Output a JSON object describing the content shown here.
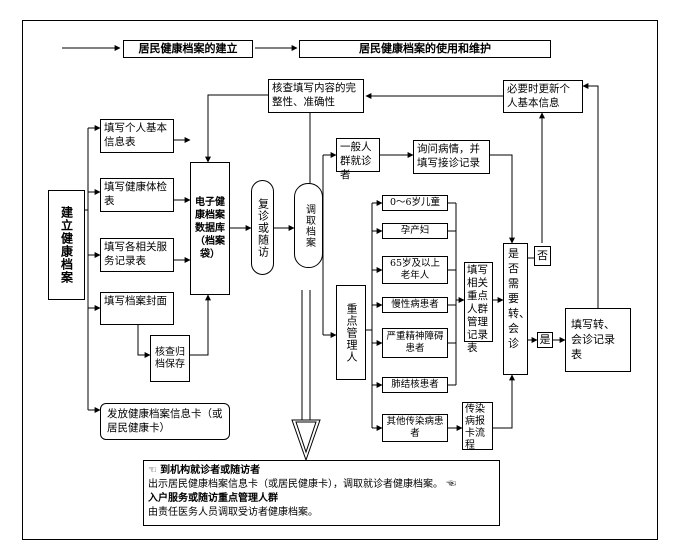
{
  "header": {
    "establish_title": "居民健康档案的建立",
    "use_title": "居民健康档案的使用和维护"
  },
  "establish": {
    "label": "建立健康档案",
    "steps": [
      "填写个人基本信息表",
      "填写健康体检表",
      "填写各相关服务记录表",
      "填写档案封面"
    ],
    "archive": "核查归档保存",
    "card": "发放健康档案信息卡（或居民健康卡）"
  },
  "database": "电子健康档案数据库（档案袋）",
  "verify": "核查填写内容的完整性、准确性",
  "revisit": "复诊或随访",
  "retrieve": "调取档案",
  "general": "一般人群就诊者",
  "inquiry": "询问病情，并填写接诊记录",
  "key_mgmt": "重点管理人",
  "key_groups": [
    "0～6岁儿童",
    "孕产妇",
    "65岁及以上老年人",
    "慢性病患者",
    "严重精神障碍患者",
    "肺结核患者",
    "其他传染病患者"
  ],
  "key_record": "填写相关重点人群管理记录表",
  "infect_card": "传染病报卡流程",
  "decision": "是否需要转、会诊",
  "yes": "是",
  "no": "否",
  "update": "必要时更新个人基本信息",
  "referral": "填写转、会诊记录表",
  "legend": {
    "line1_title": "到机构就诊者或随访者",
    "line1_text": "出示居民健康档案信息卡（或居民健康卡），调取就诊者健康档案。",
    "line2_title": "入户服务或随访重点管理人群",
    "line2_text": "由责任医务人员调取受访者健康档案。"
  }
}
